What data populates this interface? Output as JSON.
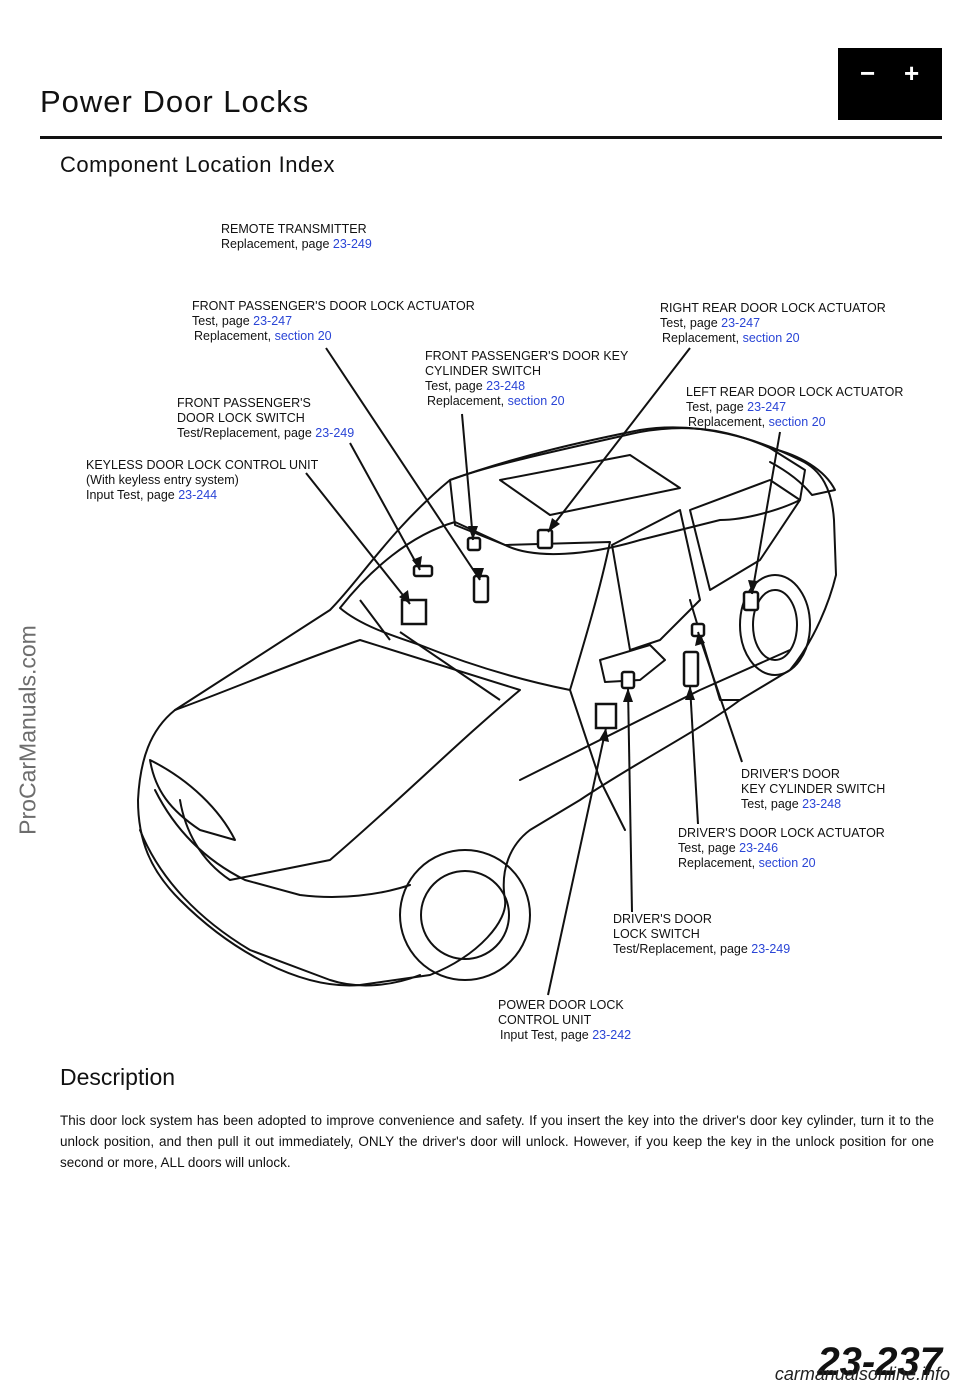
{
  "header": {
    "title": "Power Door Locks",
    "battery_minus": "−",
    "battery_plus": "+"
  },
  "section": {
    "title": "Component Location Index"
  },
  "callouts": {
    "remote": {
      "l1": "REMOTE TRANSMITTER",
      "l2a": "Replacement, page ",
      "ref": "23-249"
    },
    "fp_actuator": {
      "l1": "FRONT PASSENGER'S DOOR LOCK ACTUATOR",
      "l2a": "Test, page ",
      "ref1": "23-247",
      "l3a": "Replacement, ",
      "ref2": "section 20"
    },
    "fp_key": {
      "l1": "FRONT PASSENGER'S DOOR KEY",
      "l2": "CYLINDER SWITCH",
      "l3a": "Test, page ",
      "ref1": "23-248",
      "l4a": "Replacement, ",
      "ref2": "section 20"
    },
    "rr_actuator": {
      "l1": "RIGHT REAR DOOR LOCK ACTUATOR",
      "l2a": "Test, page ",
      "ref1": "23-247",
      "l3a": "Replacement, ",
      "ref2": "section 20"
    },
    "lr_actuator": {
      "l1": "LEFT REAR DOOR LOCK ACTUATOR",
      "l2a": "Test, page ",
      "ref1": "23-247",
      "l3a": "Replacement, ",
      "ref2": "section 20"
    },
    "fp_switch": {
      "l1": "FRONT PASSENGER'S",
      "l2": "DOOR LOCK SWITCH",
      "l3a": "Test/Replacement, page ",
      "ref": "23-249"
    },
    "keyless": {
      "l1": "KEYLESS DOOR LOCK CONTROL UNIT",
      "l2": "(With keyless entry system)",
      "l3a": "Input Test, page ",
      "ref": "23-244"
    },
    "dr_key": {
      "l1": "DRIVER'S DOOR",
      "l2": "KEY CYLINDER SWITCH",
      "l3a": "Test, page ",
      "ref": "23-248"
    },
    "dr_actuator": {
      "l1": "DRIVER'S DOOR LOCK ACTUATOR",
      "l2a": "Test, page ",
      "ref1": "23-246",
      "l3a": "Replacement, ",
      "ref2": "section 20"
    },
    "dr_switch": {
      "l1": "DRIVER'S DOOR",
      "l2": "LOCK SWITCH",
      "l3a": "Test/Replacement, page ",
      "ref": "23-249"
    },
    "pdl_unit": {
      "l1": "POWER DOOR LOCK",
      "l2": "CONTROL UNIT",
      "l3a": "Input Test, page ",
      "ref": "23-242"
    }
  },
  "description": {
    "heading": "Description",
    "body": "This door lock system has been adopted to improve convenience and safety. If you insert the key into the driver's door key cylinder, turn it to the unlock position, and then pull it out immediately, ONLY the driver's door will unlock. However, if you keep the key in the unlock position for one second or more, ALL doors will unlock."
  },
  "footer": {
    "page_number": "23-237",
    "site": "carmanualsonline.info"
  },
  "watermark": "ProCarManuals.com",
  "colors": {
    "link": "#2a45d6",
    "ink": "#111111",
    "watermark": "#6d6d6d"
  }
}
